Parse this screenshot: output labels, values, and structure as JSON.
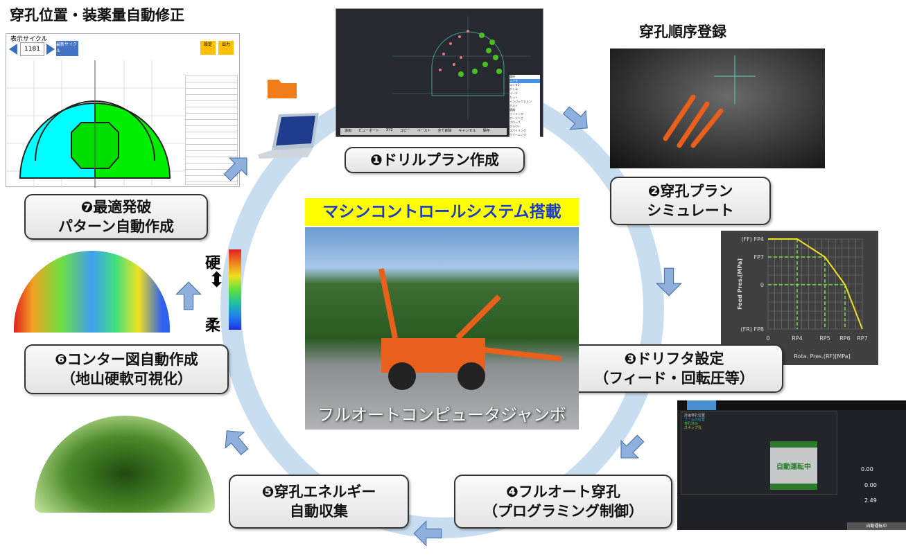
{
  "titles": {
    "top_left": "穿孔位置・装薬量自動修正",
    "top_right": "穿孔順序登録"
  },
  "center": {
    "banner": "マシンコントロールシステム搭載",
    "photo_caption": "フルオートコンピュータジャンボ",
    "banner_color": "#ffff00",
    "banner_text_color": "#1a3cc8"
  },
  "steps": [
    {
      "line1": "❶ドリルプラン作成"
    },
    {
      "line1": "❷穿孔プラン",
      "line2": "シミュレート"
    },
    {
      "line1": "❸ドリフタ設定",
      "line2": "（フィード・回転圧等）"
    },
    {
      "line1": "❹フルオート穿孔",
      "line2": "（プログラミング制御）"
    },
    {
      "line1": "❺穿孔エネルギー",
      "line2": "自動収集"
    },
    {
      "line1": "❻コンター図自動作成",
      "line2": "（地山硬軟可視化）"
    },
    {
      "line1": "❼最適発破",
      "line2": "パターン自動作成"
    }
  ],
  "hardness_legend": {
    "hard": "硬",
    "soft": "柔"
  },
  "pattern_screen": {
    "cycle_label": "表示サイクル",
    "cycle_value": "1181",
    "buttons": [
      "最新サイクル",
      "設定",
      "出力"
    ]
  },
  "drill_plan_screen": {
    "menu": [
      "選択",
      "コンタ",
      "コンタ2",
      "ボトム",
      "イーチ",
      "カット",
      "インジェクション",
      "ボルト",
      "鏡補",
      "リーミング",
      "ボーリング",
      "プローブ",
      "グラウト",
      "スパイリング",
      "クリーニング"
    ],
    "toolbar": [
      "追加",
      "ビューポート",
      "XY2",
      "コピー",
      "ペースト",
      "全て削除",
      "キャンセル",
      "保存"
    ]
  },
  "auto_screen": {
    "status": "自動運転中",
    "values": [
      "0.00",
      "0.00",
      "2.49"
    ],
    "footer_status": "自動運転中",
    "legend": [
      "計画穿孔位置",
      "ブームの位置",
      "穿孔済み",
      "スキップ孔"
    ]
  },
  "chart_data": {
    "type": "line",
    "xlabel": "Rota. Pres.(RF)[MPa]",
    "ylabel": "Feed Pres.[MPa]",
    "x_ticks": [
      "0",
      "RP4",
      "RP5",
      "RP6",
      "RP7"
    ],
    "y_ticks": [
      "(FF)  FP4",
      "FP7",
      "0",
      "(FR)  FP8"
    ],
    "grid": true,
    "series": [
      {
        "points": [
          [
            "0",
            "FP4"
          ],
          [
            "RP4",
            "FP4"
          ],
          [
            "RP5",
            "FP7"
          ],
          [
            "RP6",
            "0"
          ],
          [
            "RP7",
            "FP8"
          ]
        ]
      }
    ],
    "line_color": "#f0e020",
    "guide_color": "#7ed957"
  }
}
